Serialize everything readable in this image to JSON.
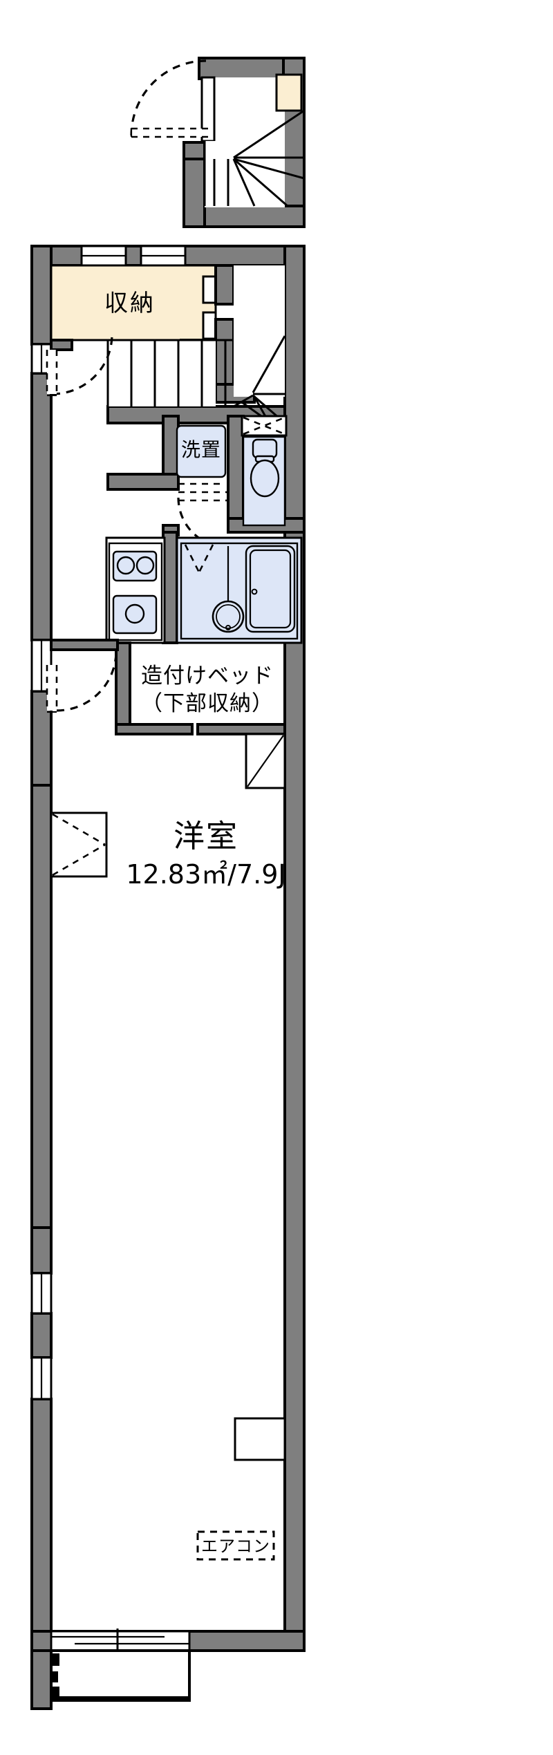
{
  "document": {
    "kind": "floor-plan",
    "title": "間取り図",
    "language": "ja"
  },
  "colors": {
    "wall": "#7f7f7f",
    "outline": "#000000",
    "fixture_blue": "#dde6f7",
    "storage_cream": "#fbeed2",
    "background": "#ffffff"
  },
  "rooms": {
    "storage": {
      "label": "収納"
    },
    "laundry": {
      "label": "洗置"
    },
    "bed": {
      "label_line1": "造付けベッド",
      "label_line2": "（下部収納）"
    },
    "main_room": {
      "label": "洋室",
      "area": "12.83㎡/7.9J"
    },
    "aircon": {
      "label": "エアコン"
    }
  },
  "features": {
    "entrance_stair": "winding-staircase",
    "second_stair": "winding-staircase",
    "toilet": "toilet-fixture",
    "unit_bath": "bathtub-and-sink",
    "kitchen": "two-burner-stove-and-sink",
    "balcony": "balcony-sliding-door",
    "shoe_box": "shoe-storage"
  }
}
